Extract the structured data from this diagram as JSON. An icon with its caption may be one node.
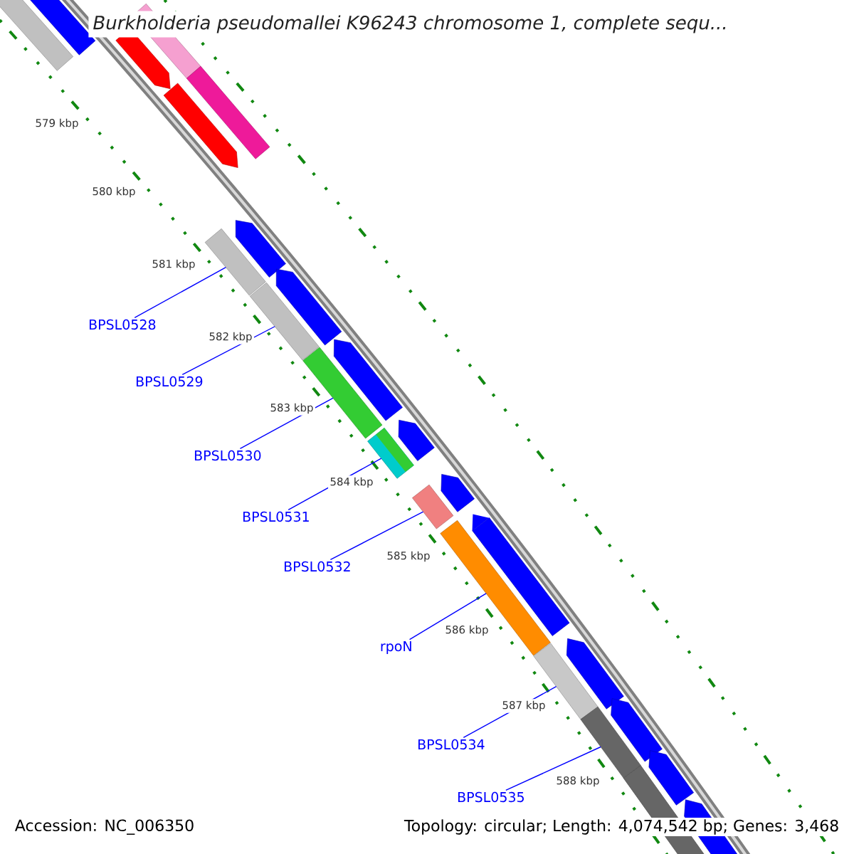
{
  "diagram": {
    "title": "Burkholderia pseudomallei K96243 chromosome 1, complete sequ...",
    "nodes": [
      {
        "text": [
          "BPSL0528"
        ]
      },
      {
        "text": [
          "BPSL0529"
        ]
      },
      {
        "text": [
          "BPSL0530"
        ]
      },
      {
        "text": [
          "BPSL0531"
        ]
      },
      {
        "text": [
          "BPSL0532"
        ]
      },
      {
        "text": [
          "rpoN"
        ]
      },
      {
        "text": [
          "BPSL0534"
        ]
      },
      {
        "text": [
          "BPSL0535"
        ]
      },
      {
        "text": [],
        "shape": "bar"
      },
      {
        "text": [],
        "shape": "bar"
      },
      {
        "text": [],
        "shape": "bar"
      },
      {
        "text": [],
        "shape": "bar"
      },
      {
        "text": [],
        "shape": "bar"
      },
      {
        "text": [],
        "shape": "bar"
      },
      {
        "text": [],
        "shape": "bar"
      },
      {
        "text": [],
        "shape": "bar"
      },
      {
        "text": [],
        "shape": "bar"
      }
    ],
    "edges": [
      {
        "from": 0,
        "to": 8,
        "arrow": "none"
      },
      {
        "from": 1,
        "to": 9,
        "arrow": "none"
      },
      {
        "from": 2,
        "to": 10,
        "arrow": "none"
      },
      {
        "from": 3,
        "to": 11,
        "arrow": "none"
      },
      {
        "from": 4,
        "to": 12,
        "arrow": "none"
      },
      {
        "from": 5,
        "to": 13,
        "arrow": "none"
      },
      {
        "from": 6,
        "to": 14,
        "arrow": "none"
      },
      {
        "from": 7,
        "to": 15,
        "arrow": "none"
      }
    ],
    "labels": [
      "579 kbp",
      "580 kbp",
      "581 kbp",
      "582 kbp",
      "583 kbp",
      "584 kbp",
      "585 kbp",
      "586 kbp",
      "587 kbp",
      "588 kbp",
      "Accession: NC_006350",
      "Topology: circular; Length: 4,074,542 bp; Genes: 3,468"
    ]
  }
}
